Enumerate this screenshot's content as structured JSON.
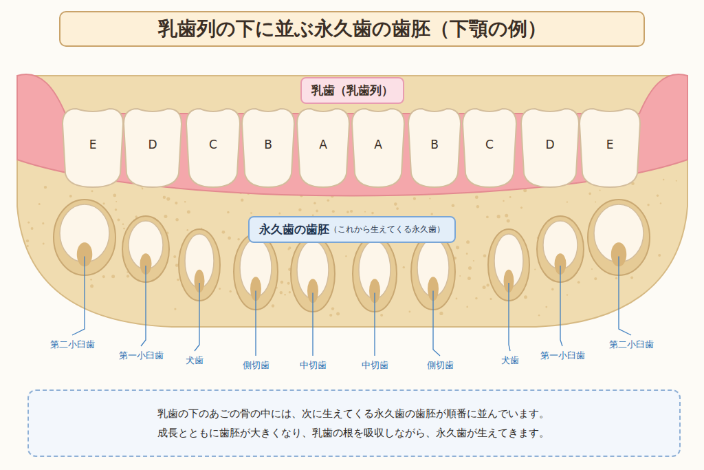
{
  "diagram": {
    "title": "乳歯列の下に並ぶ永久歯の歯胚（下顎の例）",
    "caption": "乳歯の下のあごの骨の中には、次に生えてくる永久歯の歯胚が順番に並んでいます。 成長とともに歯胚が大きくなり、乳歯の根を吸収しながら、永久歯が生えてきます。",
    "nodes": [
      {
        "text": [
          "乳歯（乳歯列）"
        ]
      },
      {
        "text": [
          "永久歯の歯胚",
          "（これから生えてくる永久歯）"
        ]
      }
    ],
    "labels": [
      "E",
      "D",
      "C",
      "B",
      "A",
      "A",
      "B",
      "C",
      "D",
      "E",
      "第二小臼歯",
      "第一小臼歯",
      "犬歯",
      "側切歯",
      "中切歯",
      "中切歯",
      "側切歯",
      "犬歯",
      "第一小臼歯",
      "第二小臼歯"
    ]
  }
}
